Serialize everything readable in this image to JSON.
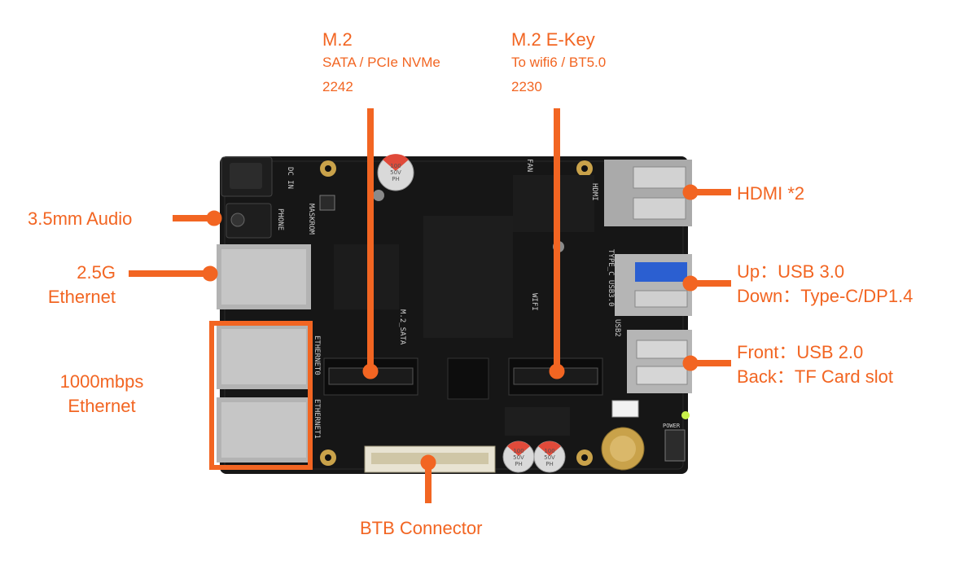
{
  "colors": {
    "accent": "#f26522",
    "board": "#161616",
    "metal": "#b8b8b8",
    "pin": "#c9a24a"
  },
  "labels": {
    "m2": {
      "title": "M.2",
      "line2": "SATA / PCIe NVMe",
      "line3": "2242"
    },
    "m2e": {
      "title": "M.2 E-Key",
      "line2": "To wifi6 / BT5.0",
      "line3": "2230"
    },
    "audio": "3.5mm Audio",
    "eth25": {
      "line1": "2.5G",
      "line2": "Ethernet"
    },
    "eth1000": {
      "line1": "1000mbps",
      "line2": "Ethernet"
    },
    "hdmi": "HDMI *2",
    "usb3": {
      "line1": "Up：USB 3.0",
      "line2": "Down：Type-C/DP1.4"
    },
    "usb2": {
      "line1": "Front：USB 2.0",
      "line2": "Back：TF Card slot"
    },
    "btb": "BTB Connector"
  },
  "silkscreen": {
    "dc_in": "DC IN",
    "maskrom": "MASKROM",
    "phone": "PHONE",
    "fan": "FAN",
    "hdmi": "HDMI",
    "type_c_usb3": "TYPE_C USB3.0",
    "usb2": "USB2",
    "wifi": "WIFI",
    "m2_sata": "M.2_SATA",
    "ethernet0": "ETHERNET0",
    "ethernet1": "ETHERNET1",
    "power": "POWER",
    "cap_top": [
      "100",
      "50V",
      "PH"
    ],
    "cap_left": [
      "100",
      "50V",
      "PH"
    ],
    "cap_right": [
      "100",
      "50V",
      "PH"
    ]
  }
}
